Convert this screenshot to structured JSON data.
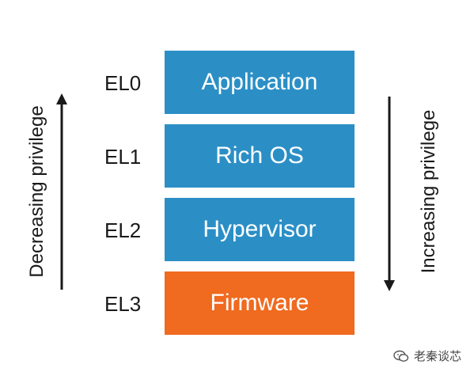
{
  "levels": [
    {
      "el": "EL0",
      "name": "Application"
    },
    {
      "el": "EL1",
      "name": "Rich OS"
    },
    {
      "el": "EL2",
      "name": "Hypervisor"
    },
    {
      "el": "EL3",
      "name": "Firmware"
    }
  ],
  "left_axis_label": "Decreasing privilege",
  "right_axis_label": "Increasing privilege",
  "watermark": "老秦谈芯",
  "colors": {
    "blue_box": "#2b8fc6",
    "orange_box": "#f06a1f",
    "arrow": "#1a1a1a"
  }
}
